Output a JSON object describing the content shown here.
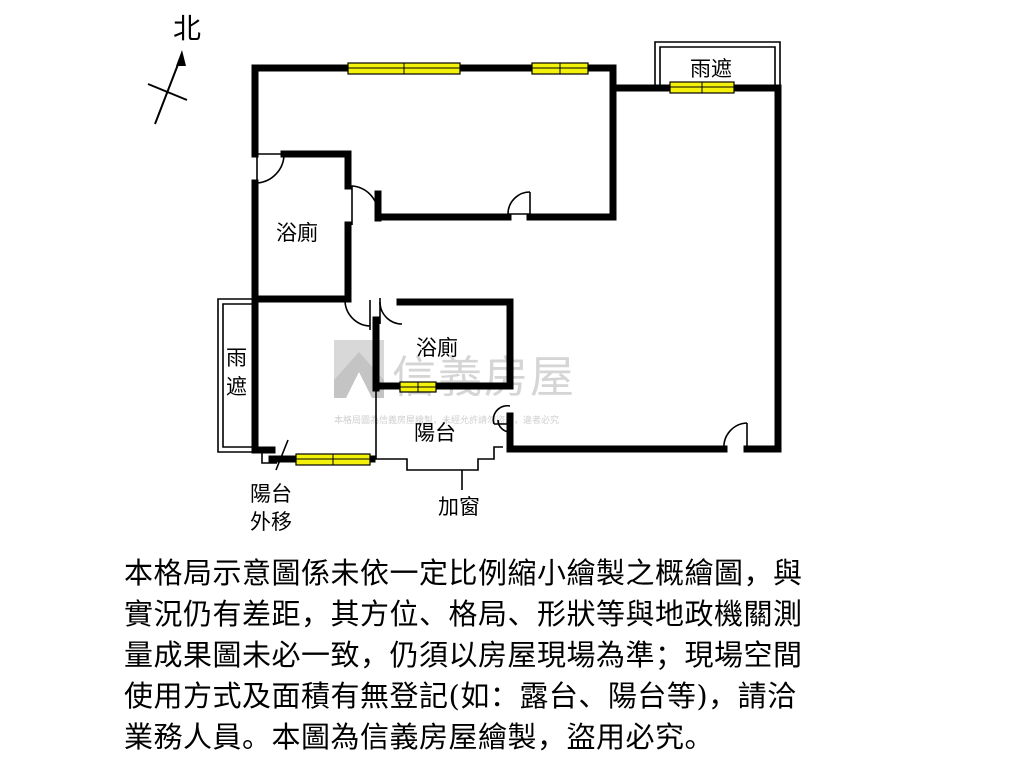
{
  "compass": {
    "north_label": "北"
  },
  "rooms": {
    "bathroom_1": "浴廁",
    "bathroom_2": "浴廁",
    "awning_top": "雨遮",
    "awning_left_top": "雨",
    "awning_left_bottom": "遮",
    "balcony": "陽台",
    "balcony_move_line1": "陽台",
    "balcony_move_line2": "外移",
    "added_window": "加窗"
  },
  "watermark": {
    "brand": "信義房屋",
    "notice": "本格局圖為信義房屋繪製，未經允許請勿盜用，違者必究"
  },
  "disclaimer": {
    "lines": [
      "本格局示意圖係未依一定比例縮小繪製之概繪圖，與",
      "實況仍有差距，其方位、格局、形狀等與地政機關測",
      "量成果圖未必一致，仍須以房屋現場為準；現場空間",
      "使用方式及面積有無登記(如：露台、陽台等)，請洽",
      "業務人員。本圖為信義房屋繪製，盜用必究。"
    ]
  },
  "colors": {
    "wall": "#000000",
    "window": "#f4f20a",
    "watermark": "#d5d5d5"
  }
}
